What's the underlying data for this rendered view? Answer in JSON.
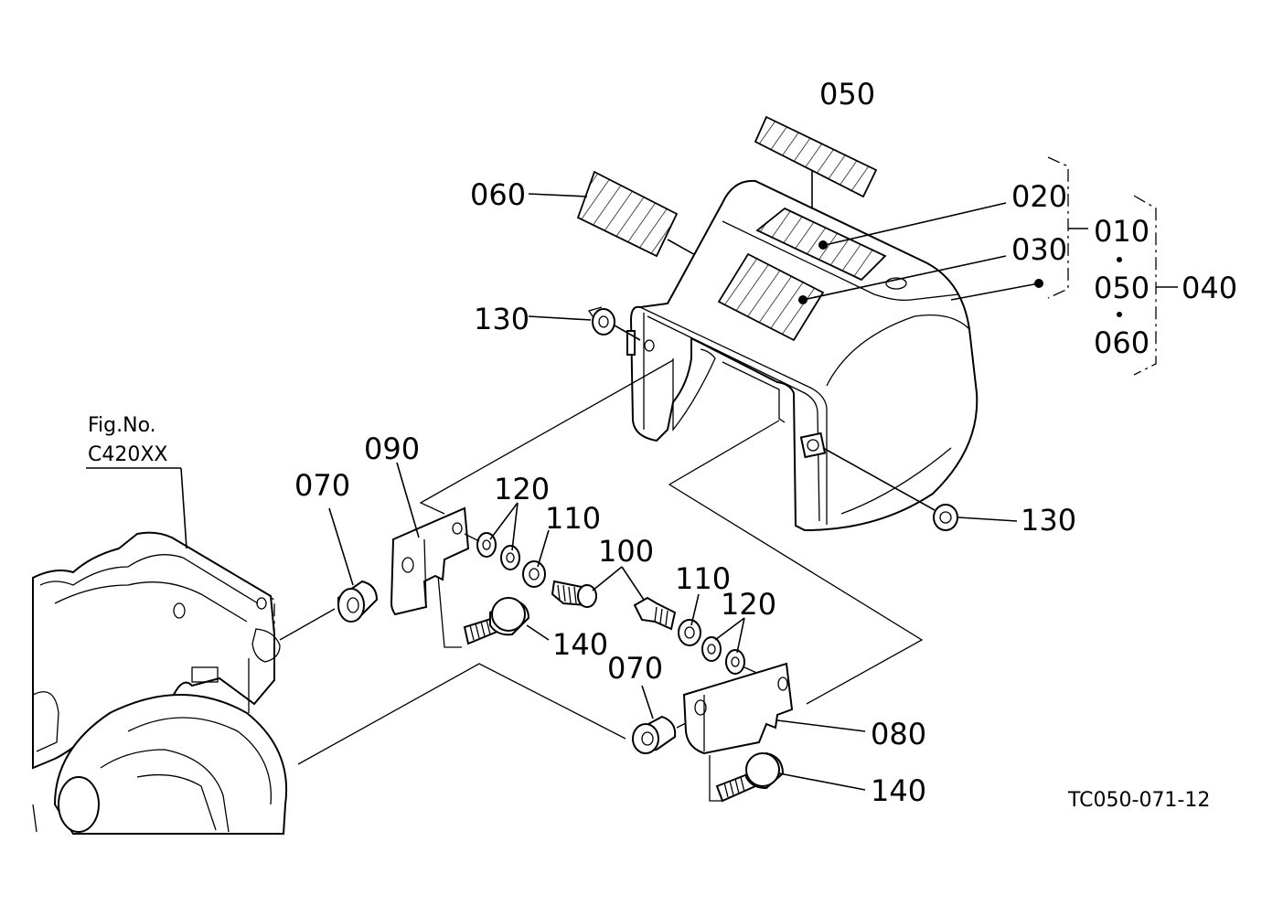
{
  "diagram": {
    "fig_ref_line1": "Fig.No.",
    "fig_ref_line2": "C420XX",
    "drawing_code": "TC050-071-12",
    "labels": {
      "l050_top": "050",
      "l060_left": "060",
      "l020": "020",
      "l030": "030",
      "l010": "010",
      "l050_group": "050",
      "l060_group": "060",
      "l040": "040",
      "l130_left": "130",
      "l130_right": "130",
      "l090": "090",
      "l070_left": "070",
      "l120_left": "120",
      "l110_left": "110",
      "l100": "100",
      "l110_right": "110",
      "l120_right": "120",
      "l140_left": "140",
      "l070_right": "070",
      "l080": "080",
      "l140_right": "140"
    }
  }
}
